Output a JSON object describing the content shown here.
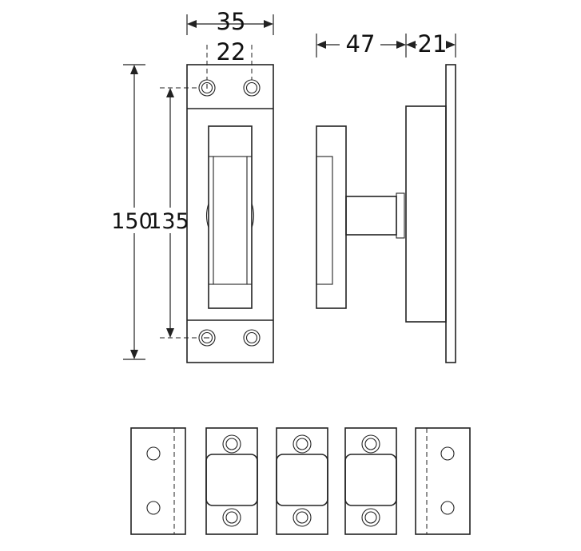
{
  "dimensions": {
    "width_outer": "35",
    "width_inner": "22",
    "height_outer": "150",
    "height_inner": "135",
    "depth_body": "47",
    "depth_plate": "21"
  }
}
